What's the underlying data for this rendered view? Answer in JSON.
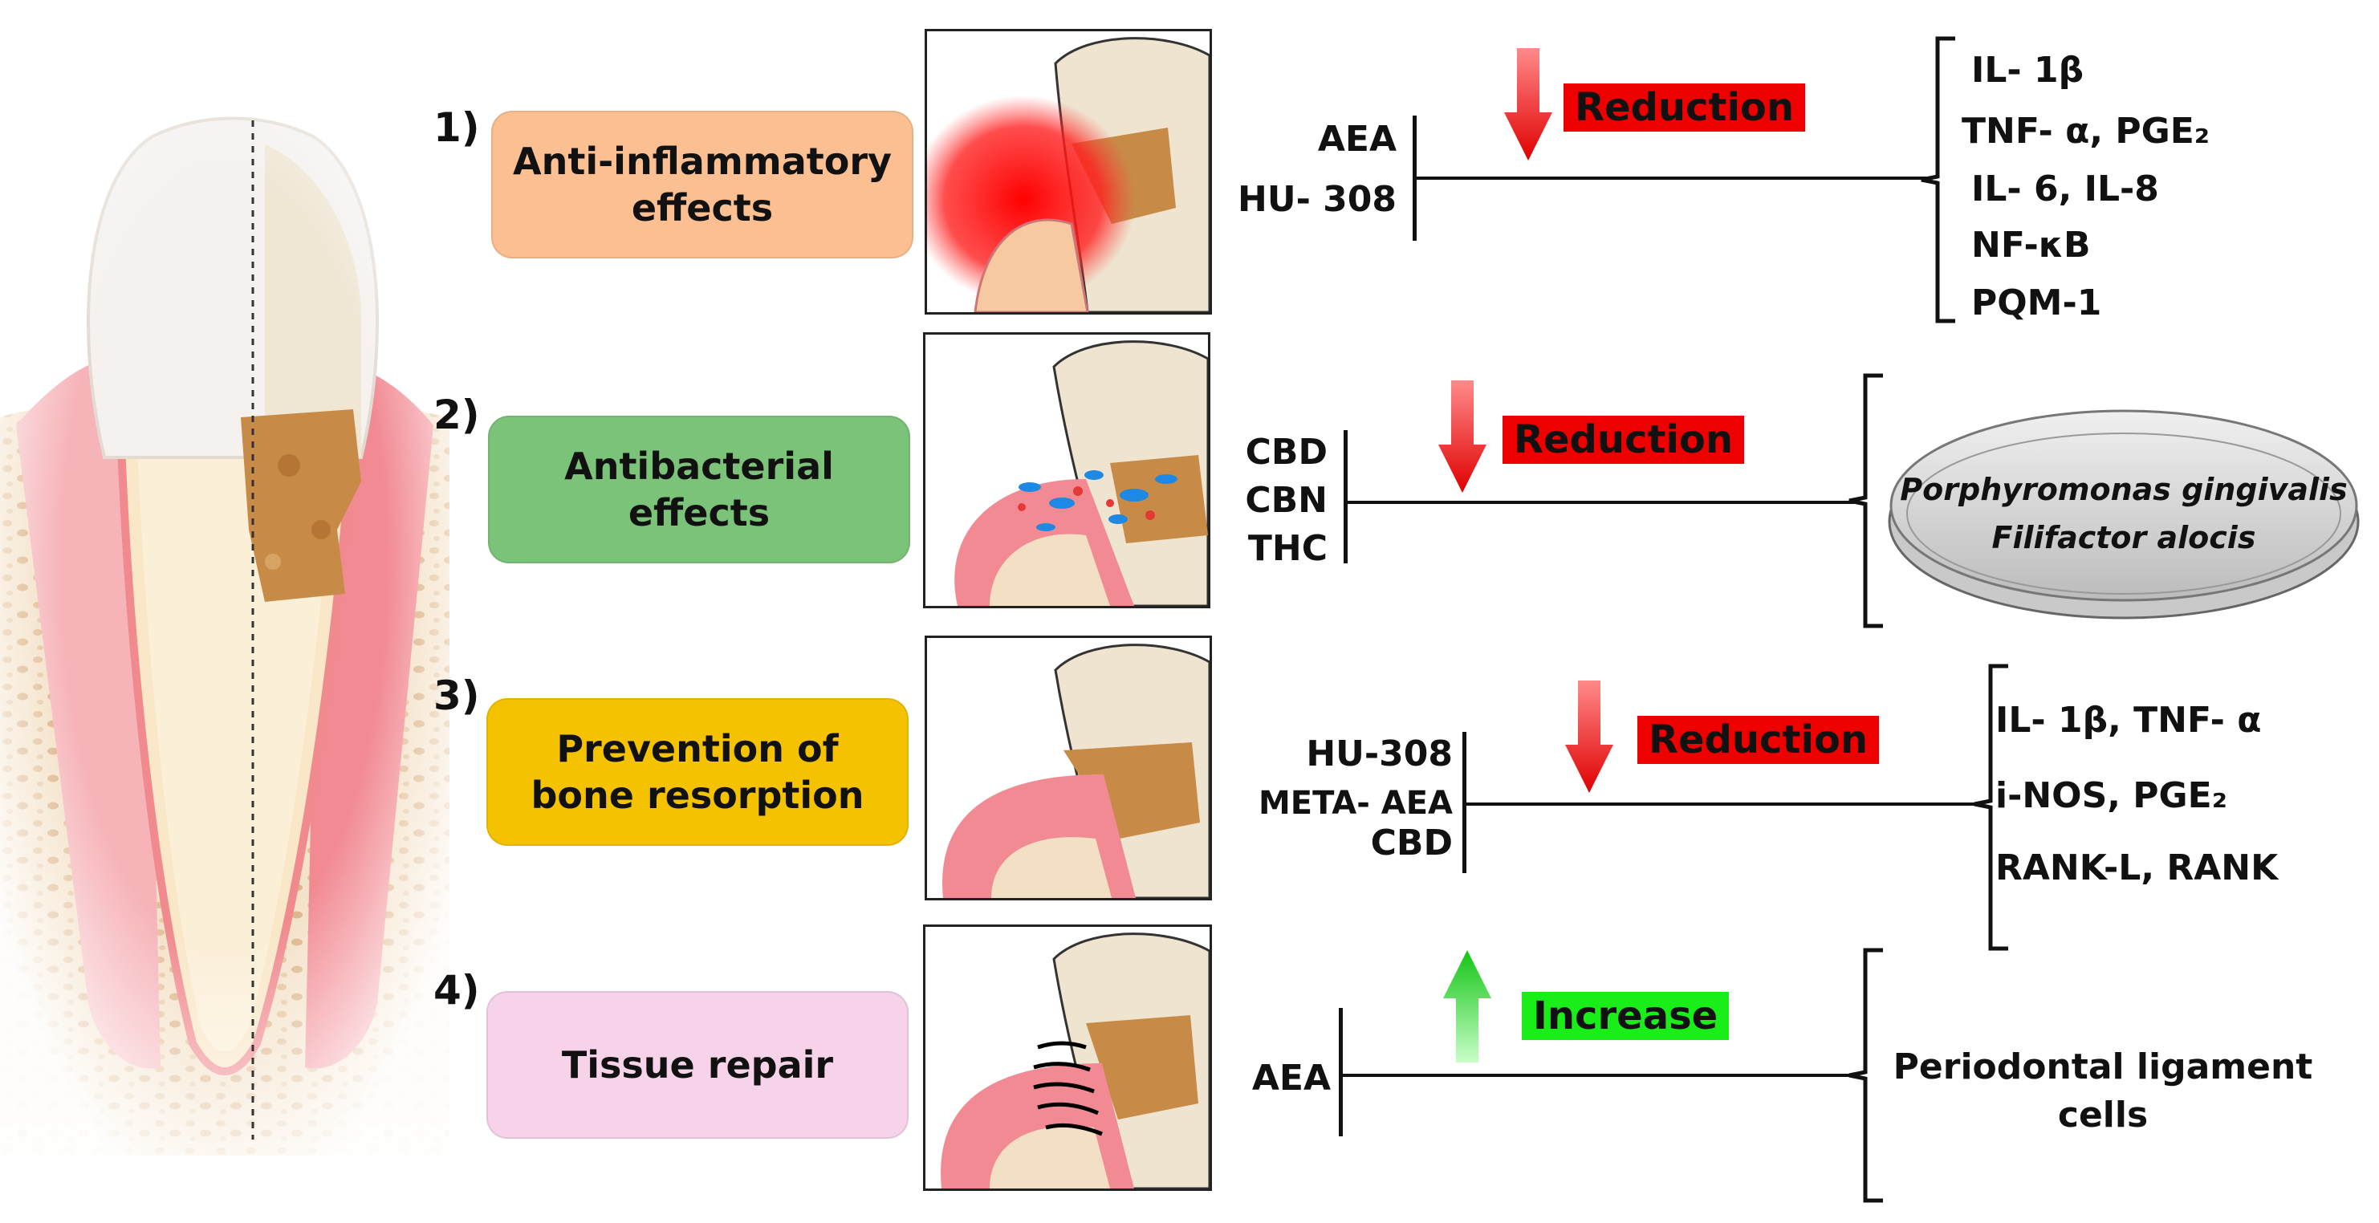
{
  "colors": {
    "anti_inflammatory": "#fbbf91",
    "antibacterial": "#7cc37a",
    "bone": "#f5c200",
    "tissue": "#f7d3ea",
    "reduction": "#ef0000",
    "increase": "#19ee19"
  },
  "rows": [
    {
      "number": "1)",
      "label": "Anti-inflammatory\neffects",
      "compounds": [
        "AEA",
        "HU- 308"
      ],
      "effect": "Reduction",
      "arrow": "down",
      "targets": [
        "IL- 1β",
        "TNF- α, PGE₂",
        "IL- 6, IL-8",
        "NF-κB",
        "PQM-1"
      ]
    },
    {
      "number": "2)",
      "label": "Antibacterial\neffects",
      "compounds": [
        "CBD",
        "CBN",
        "THC"
      ],
      "effect": "Reduction",
      "arrow": "down",
      "targets": [
        "Porphyromonas gingivalis",
        "Filifactor alocis"
      ]
    },
    {
      "number": "3)",
      "label": "Prevention of\nbone resorption",
      "compounds": [
        "HU-308",
        "META- AEA",
        "CBD"
      ],
      "effect": "Reduction",
      "arrow": "down",
      "targets": [
        "IL- 1β, TNF- α",
        "i-NOS, PGE₂",
        "RANK-L, RANK"
      ]
    },
    {
      "number": "4)",
      "label": "Tissue repair",
      "compounds": [
        "AEA"
      ],
      "effect": "Increase",
      "arrow": "up",
      "targets": [
        "Periodontal ligament",
        "cells"
      ]
    }
  ],
  "icons": [
    "tooth-cross-section-illustration",
    "inflamed-gum-icon",
    "bacteria-gum-icon",
    "bone-gum-icon",
    "ligament-repair-icon",
    "petri-dish-icon",
    "down-arrow-icon",
    "up-arrow-icon"
  ]
}
